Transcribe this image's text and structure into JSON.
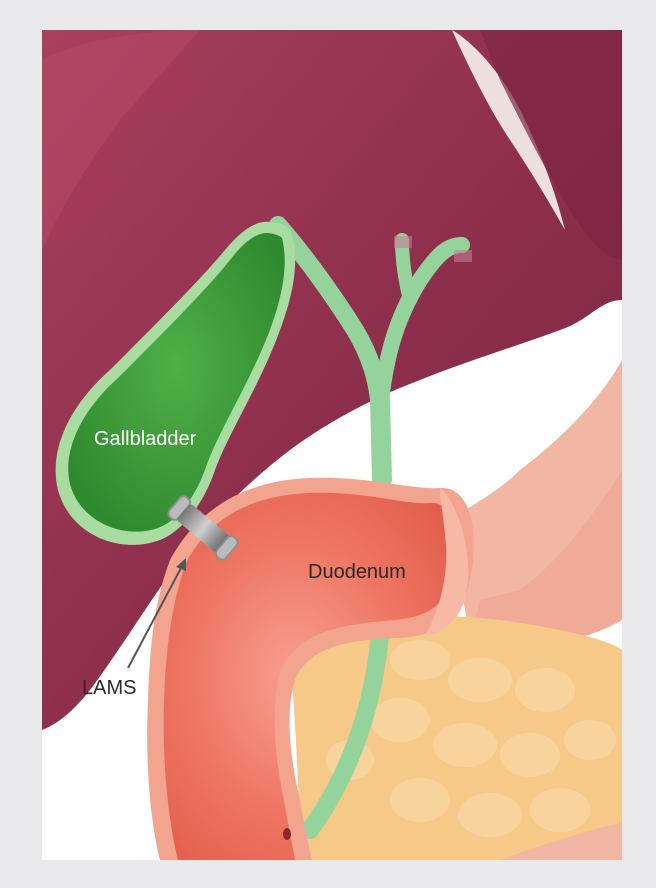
{
  "labels": {
    "gallbladder": "Gallbladder",
    "duodenum": "Duodenum",
    "lams": "LAMS"
  },
  "colors": {
    "background": "#e9e9ec",
    "liver": "#8e2f4c",
    "gallbladder": "#3f9a3a",
    "bile_duct": "#94d49c",
    "duodenum": "#ef6a58",
    "pancreas": "#f6c989",
    "stomach": "#f2b7a4"
  }
}
